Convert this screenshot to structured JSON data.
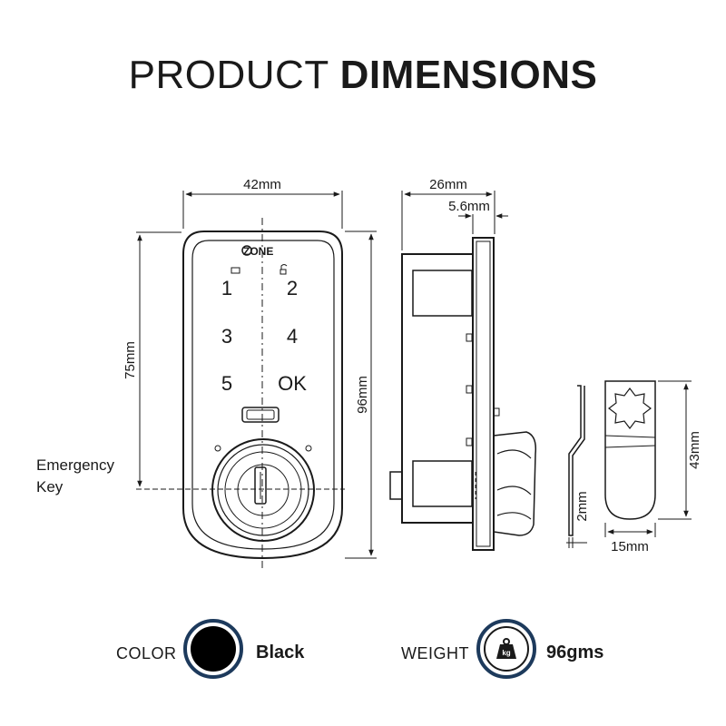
{
  "title": {
    "light": "PRODUCT",
    "bold": "DIMENSIONS"
  },
  "brand": "ZONE",
  "keypad": [
    "1",
    "2",
    "3",
    "4",
    "5",
    "OK"
  ],
  "dimensions": {
    "width": "42mm",
    "height_total": "96mm",
    "height_keypad": "75mm",
    "depth": "26mm",
    "plate": "5.6mm",
    "cam_length": "43mm",
    "cam_width": "15mm",
    "cam_thickness": "2mm"
  },
  "callout": {
    "line1": "Emergency",
    "line2": "Key"
  },
  "footer": {
    "color_label": "COLOR",
    "color_value": "Black",
    "swatch_color": "#000000",
    "weight_label": "WEIGHT",
    "weight_value": "96gms",
    "weight_icon_text": "kg",
    "ring_color": "#1d3a5c"
  }
}
